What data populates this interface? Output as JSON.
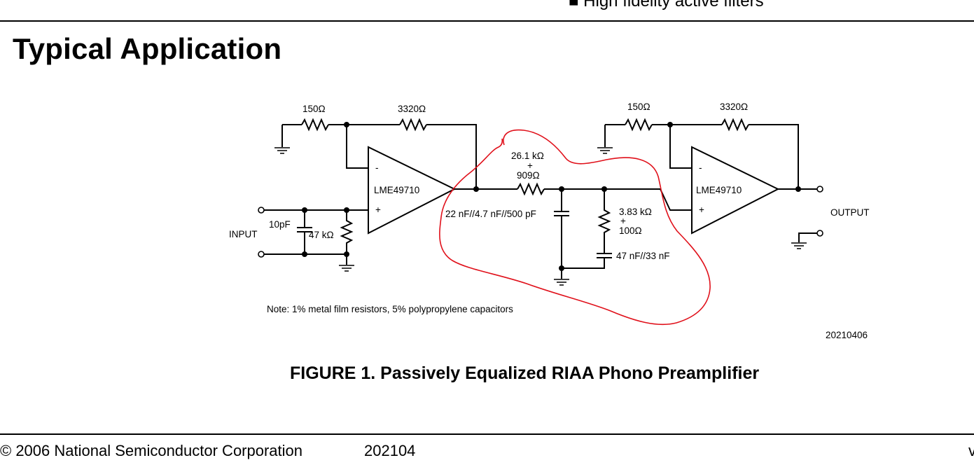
{
  "header": {
    "top_fragment": "■   High fidelity active filters",
    "section_title": "Typical Application"
  },
  "schematic": {
    "stage1": {
      "r_ground": "150Ω",
      "r_feedback": "3320Ω",
      "opamp": "LME49710",
      "inv": "-",
      "noninv": "+"
    },
    "input": {
      "label": "INPUT",
      "cap": "10pF",
      "res": "47 kΩ"
    },
    "network": {
      "series_r_line1": "26.1 kΩ",
      "series_r_plus": "+",
      "series_r_line2": "909Ω",
      "shunt_cap": "22 nF//4.7 nF//500 pF",
      "shunt_r_line1": "3.83 kΩ",
      "shunt_r_plus": "+",
      "shunt_r_line2": "100Ω",
      "shunt_r_cap": "47 nF//33 nF"
    },
    "stage2": {
      "r_ground": "150Ω",
      "r_feedback": "3320Ω",
      "opamp": "LME49710",
      "inv": "-",
      "noninv": "+"
    },
    "output_label": "OUTPUT",
    "note": "Note: 1% metal film resistors, 5% polypropylene capacitors",
    "drawing_id": "20210406",
    "annotation_color": "#e0101a"
  },
  "figure_caption": "FIGURE 1. Passively Equalized RIAA Phono Preamplifier",
  "footer": {
    "copyright": "© 2006 National Semiconductor Corporation",
    "doc_number": "202104",
    "right_fragment": "v"
  }
}
